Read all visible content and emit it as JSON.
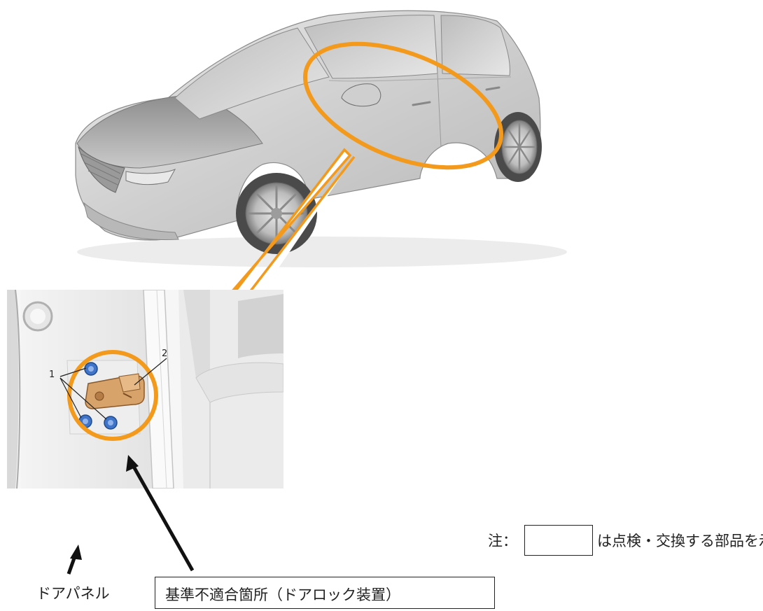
{
  "labels": {
    "door_panel": "ドアパネル",
    "defect_location": "基準不適合箇所（ドアロック装置）",
    "note_prefix": "注：",
    "note_suffix": "は点検・交換する部品を示す"
  },
  "callouts": {
    "bolts": "1",
    "striker": "2"
  },
  "colors": {
    "highlight_orange": "#f39a1c",
    "car_body": "#d6d6d6",
    "bolt_blue": "#3f74c9",
    "striker_tan": "#d8a36a",
    "line_dark": "#222222"
  }
}
